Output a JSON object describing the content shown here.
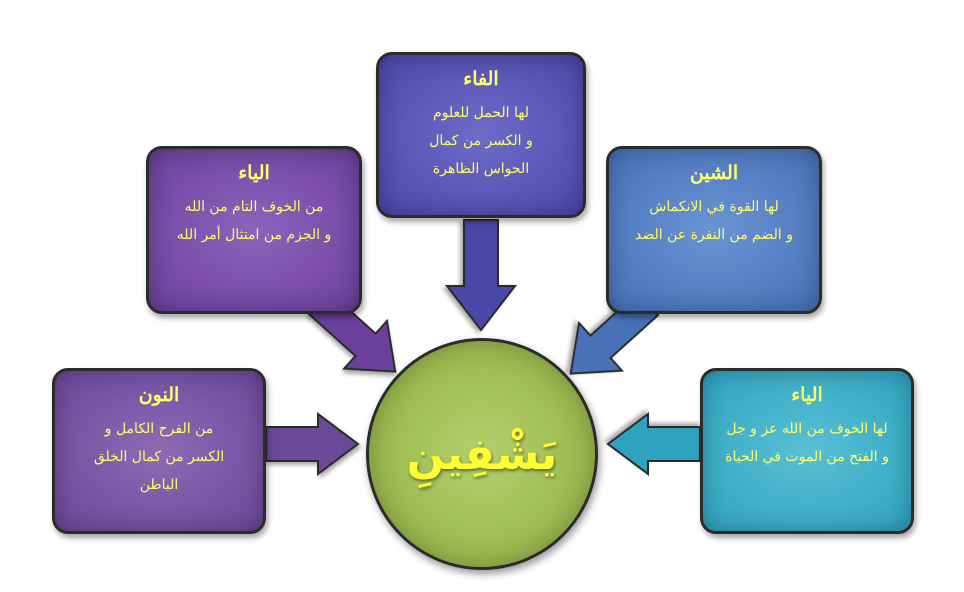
{
  "center": {
    "word": "يَشْفِينِ"
  },
  "boxes": {
    "ya_left": {
      "title": "الياء",
      "lines": [
        "من الخوف التام من الله",
        "و الجزم من امتثال أمر الله"
      ],
      "color": "#6b3f9c"
    },
    "fa": {
      "title": "الفاء",
      "lines": [
        "لها الحمل للعلوم",
        "و الكسر من كمال",
        "الحواس الظاهرة"
      ],
      "color": "#4b47a8"
    },
    "shin": {
      "title": "الشين",
      "lines": [
        "لها القوة في الانكماش",
        "و الضم من النفرة عن الضد"
      ],
      "color": "#4671b8"
    },
    "nun": {
      "title": "النون",
      "lines": [
        "من الفرح الكامل و",
        "الكسر من كمال الخلق",
        "الباطن"
      ],
      "color": "#6a4898"
    },
    "ya_right": {
      "title": "الياء",
      "lines": [
        "لها الخوف من الله عز و جل",
        "و الفتح من الموت في الحياة"
      ],
      "color": "#2fa3bf"
    }
  },
  "colors": {
    "text": "#ffff66",
    "center_fill": "#9ab84d",
    "center_text": "#ffff33",
    "border": "#2b2b2b"
  }
}
